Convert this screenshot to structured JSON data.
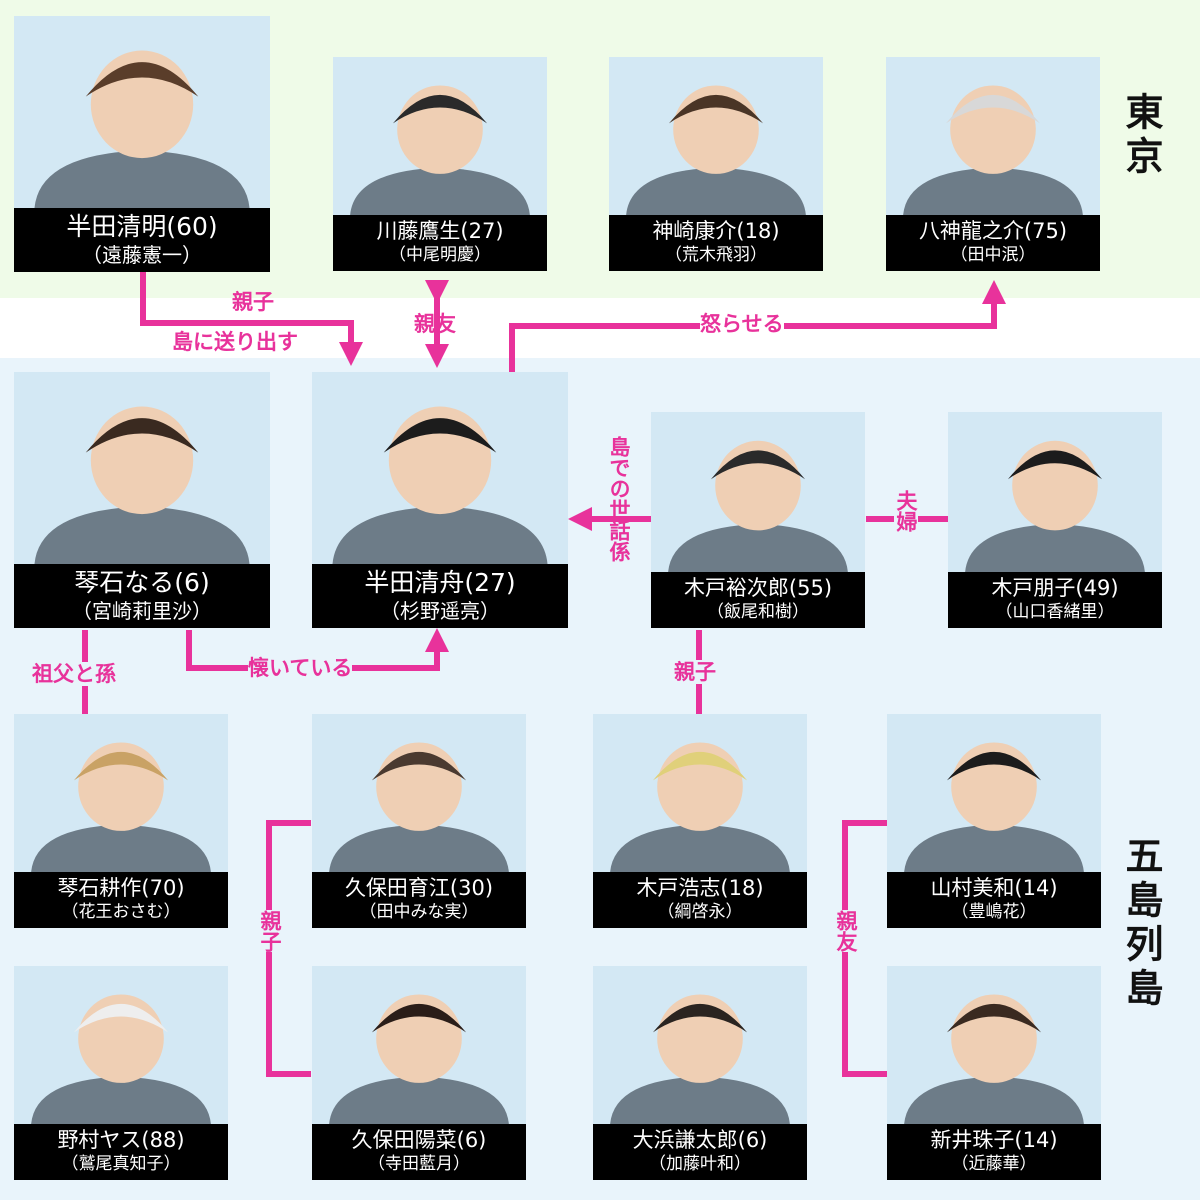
{
  "regions": {
    "tokyo": "東京",
    "islands": "五島列島"
  },
  "people": [
    {
      "id": "seimei",
      "name": "半田清明(60)",
      "actor": "（遠藤憲一）"
    },
    {
      "id": "kawafuji",
      "name": "川藤鷹生(27)",
      "actor": "（中尾明慶）"
    },
    {
      "id": "kanzaki",
      "name": "神崎康介(18)",
      "actor": "（荒木飛羽）"
    },
    {
      "id": "yagami",
      "name": "八神龍之介(75)",
      "actor": "（田中泯）"
    },
    {
      "id": "naru",
      "name": "琴石なる(6)",
      "actor": "（宮崎莉里沙）"
    },
    {
      "id": "seishu",
      "name": "半田清舟(27)",
      "actor": "（杉野遥亮）"
    },
    {
      "id": "yujiro",
      "name": "木戸裕次郎(55)",
      "actor": "（飯尾和樹）"
    },
    {
      "id": "tomoko",
      "name": "木戸朋子(49)",
      "actor": "（山口香緒里）"
    },
    {
      "id": "kosaku",
      "name": "琴石耕作(70)",
      "actor": "（花王おさむ）"
    },
    {
      "id": "ikue",
      "name": "久保田育江(30)",
      "actor": "（田中みな実）"
    },
    {
      "id": "hiroshi",
      "name": "木戸浩志(18)",
      "actor": "（綱啓永）"
    },
    {
      "id": "miwa",
      "name": "山村美和(14)",
      "actor": "（豊嶋花）"
    },
    {
      "id": "yasu",
      "name": "野村ヤス(88)",
      "actor": "（鷲尾真知子）"
    },
    {
      "id": "hina",
      "name": "久保田陽菜(6)",
      "actor": "（寺田藍月）"
    },
    {
      "id": "kentaro",
      "name": "大浜謙太郎(6)",
      "actor": "（加藤叶和）"
    },
    {
      "id": "tamako",
      "name": "新井珠子(14)",
      "actor": "（近藤華）"
    }
  ],
  "relations": {
    "oyako_send_line1": "親子",
    "oyako_send_line2": "島に送り出す",
    "shinyu_kawafuji": "親友",
    "okoraseru": "怒らせる",
    "sewagakari": "島での世話係",
    "fufu": "夫婦",
    "natsuite": "懐いている",
    "sofu_mago": "祖父と孫",
    "oyako_kido": "親子",
    "oyako_kubota": "親子",
    "shinyu_girls": "親友"
  },
  "colors": {
    "relation": "#e8329b",
    "tokyo_bg": "#effbe8",
    "islands_bg": "#e9f4fb",
    "label_bg": "#000000",
    "photo_bg": "#d3e8f4"
  }
}
